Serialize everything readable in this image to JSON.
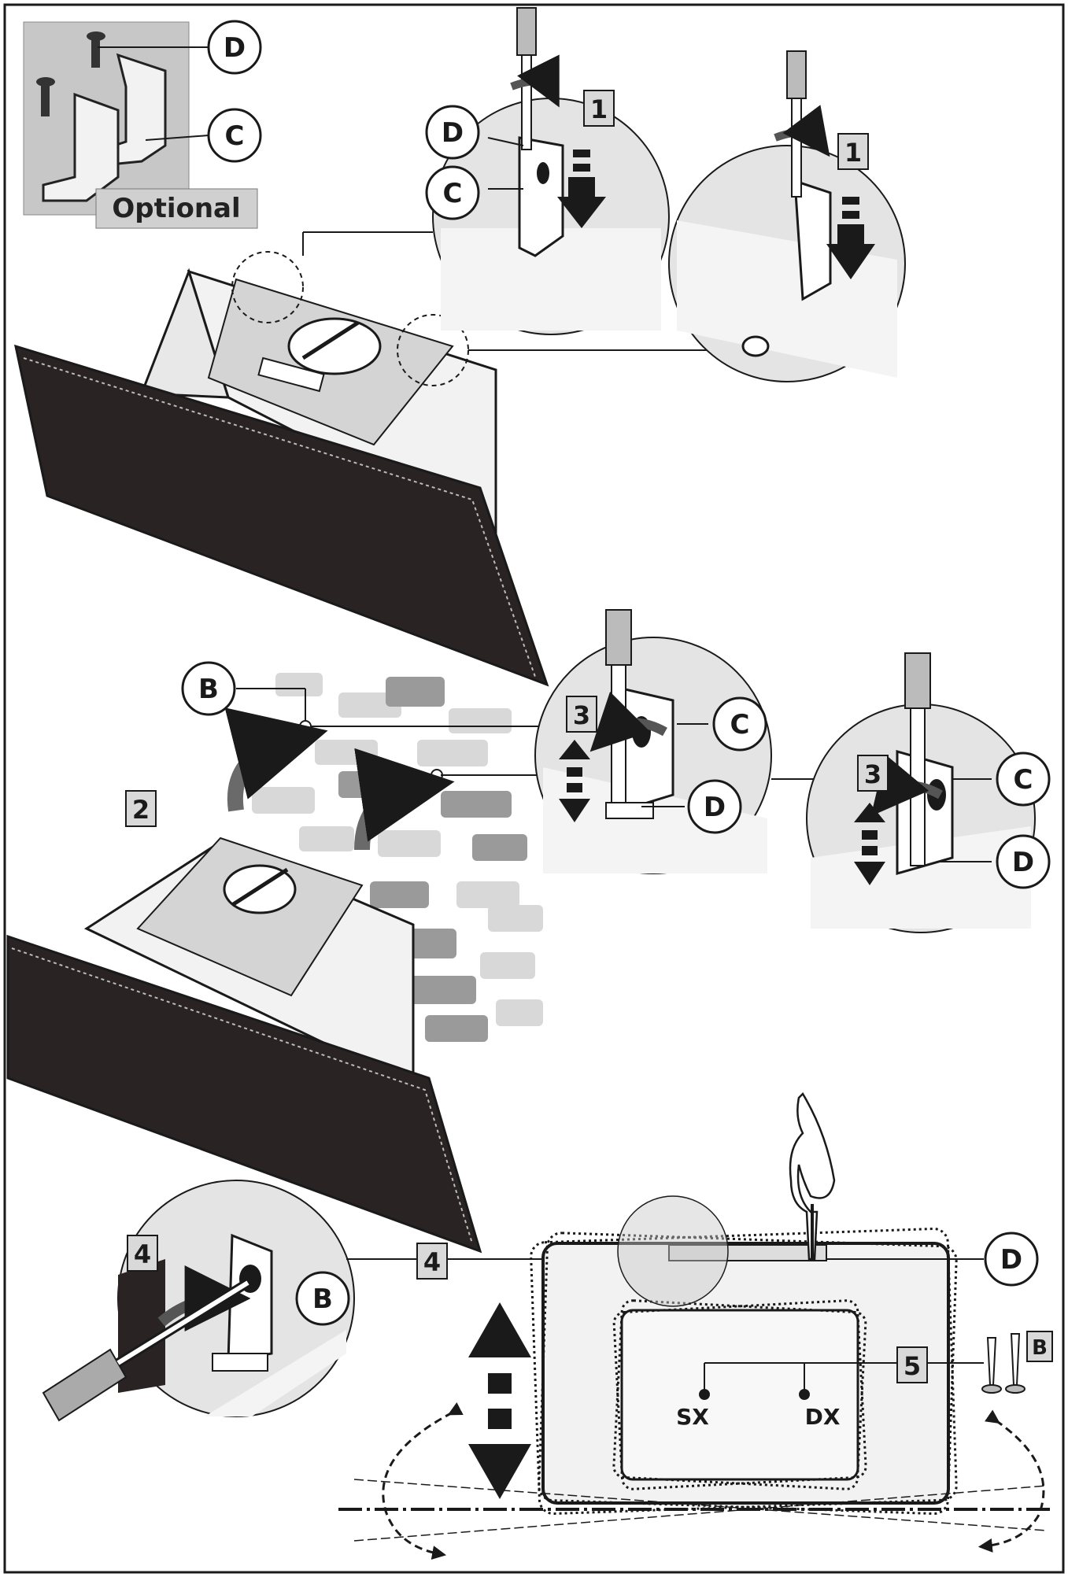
{
  "labels": {
    "optional": "Optional",
    "screw_b": "B",
    "bracket_c": "C",
    "screw_d": "D",
    "left": "SX",
    "right": "DX"
  },
  "steps": {
    "s1": "1",
    "s2": "2",
    "s3": "3",
    "s4": "4",
    "s5": "5"
  },
  "colors": {
    "line": "#1a1a1a",
    "panel": "#2a2323",
    "hood": "#f2f2f2",
    "bg_circle": "#e4e4e4",
    "brick_dark": "#9a9a9a",
    "brick_light": "#d8d8d8",
    "optional_bg": "#c7c7c7",
    "step_bg": "#d9d9d9"
  }
}
